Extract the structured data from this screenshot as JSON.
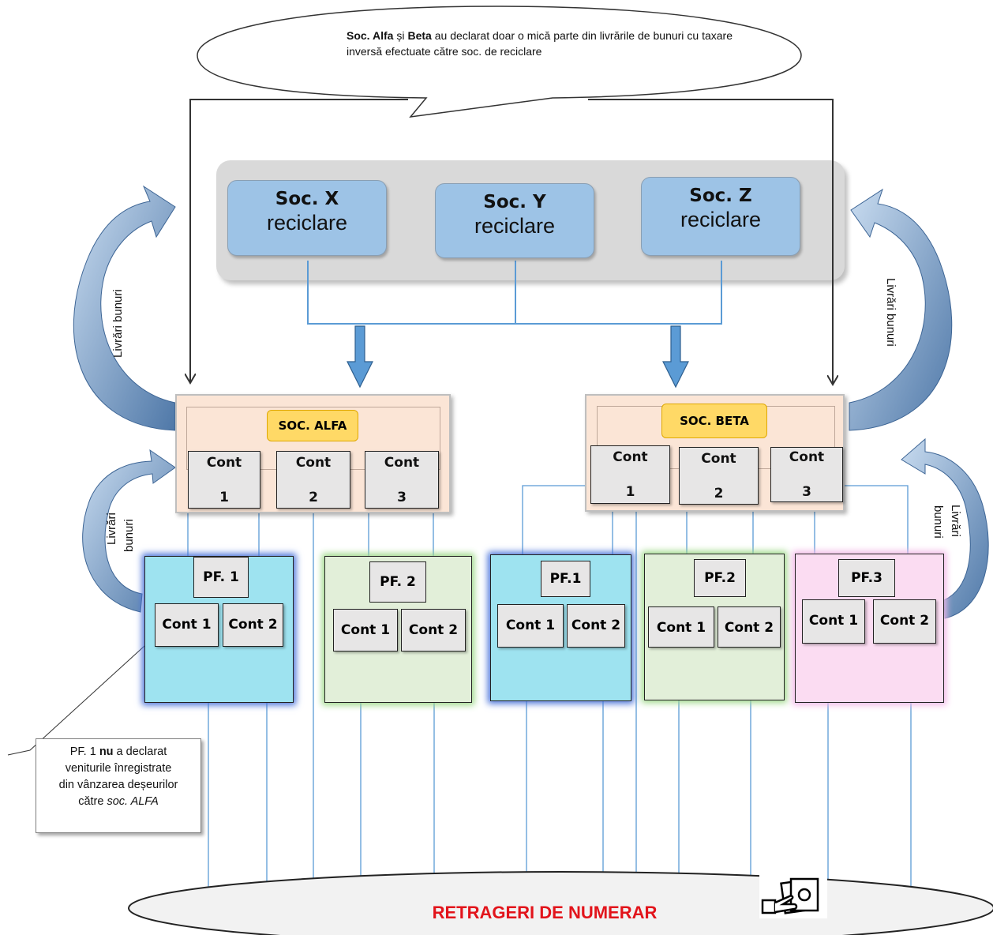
{
  "callout": {
    "part1": "Soc. Alfa",
    "part2": " și ",
    "part3": "Beta",
    "part4": " au declarat  doar o mică parte din livrările de bunuri cu taxare inversă efectuate către soc. de reciclare"
  },
  "recyclers": [
    {
      "name": "Soc. X",
      "sub": "reciclare"
    },
    {
      "name": "Soc. Y",
      "sub": "reciclare"
    },
    {
      "name": "Soc. Z",
      "sub": "reciclare"
    }
  ],
  "alfa": {
    "label": "SOC. ALFA",
    "conts": [
      [
        "Cont",
        "1"
      ],
      [
        "Cont",
        "2"
      ],
      [
        "Cont",
        "3"
      ]
    ]
  },
  "beta": {
    "label": "SOC. BETA",
    "conts": [
      [
        "Cont",
        "1"
      ],
      [
        "Cont",
        "2"
      ],
      [
        "Cont",
        "3"
      ]
    ]
  },
  "pf_groups": [
    {
      "title": "PF. 1",
      "c1": "Cont 1",
      "c2": "Cont 2",
      "color": "#9ee3f0",
      "glow": "#4a73d9"
    },
    {
      "title": "PF. 2",
      "c1": "Cont 1",
      "c2": "Cont 2",
      "color": "#e2efd9",
      "glow": "#9fd98a"
    },
    {
      "title": "PF.1",
      "c1": "Cont 1",
      "c2": "Cont 2",
      "color": "#9ee3f0",
      "glow": "#4a73d9"
    },
    {
      "title": "PF.2",
      "c1": "Cont 1",
      "c2": "Cont 2",
      "color": "#e2efd9",
      "glow": "#9fd98a"
    },
    {
      "title": "PF.3",
      "c1": "Cont 1",
      "c2": "Cont 2",
      "color": "#fbdcf2",
      "glow": "#f2b8e8"
    }
  ],
  "labels": {
    "livrari_left": "Livrări bunuri",
    "livrari_right": "Livrări bunuri",
    "livrari_small_left_1": "Livrări",
    "livrari_small_left_2": "bunuri",
    "livrari_small_right_1": "Livrări",
    "livrari_small_right_2": "bunuri"
  },
  "note": {
    "l1a": "PF. 1 ",
    "l1b": "nu",
    "l1c": " a declarat",
    "l2": "veniturile înregistrate",
    "l3": "din vânzarea deșeurilor",
    "l4a": "către ",
    "l4b": "soc. ALFA"
  },
  "bottom": {
    "label": "RETRAGERI DE NUMERAR"
  },
  "colors": {
    "line": "#5b9bd5",
    "arrow_fill": "#9dc3e6",
    "arrow_dark": "#2e75b6",
    "red": "#e2141b"
  },
  "icons": [
    "cash-withdrawal-icon"
  ]
}
